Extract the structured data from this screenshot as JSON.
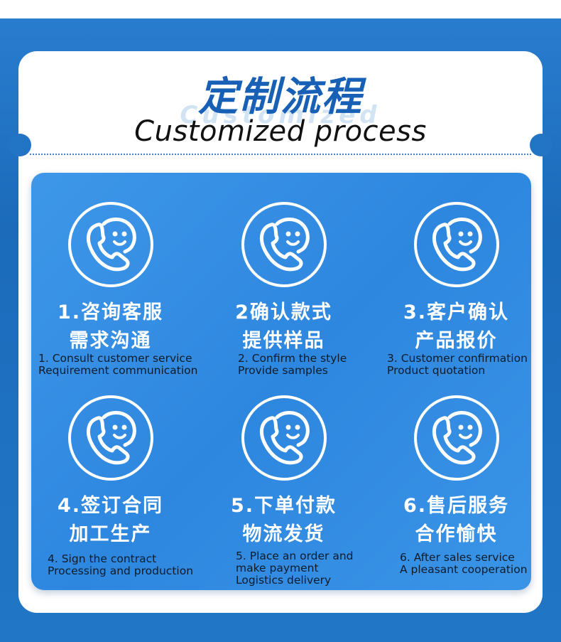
{
  "header": {
    "title_cn": "定制流程",
    "title_ghost": "Customized",
    "title_en": "Customized process"
  },
  "steps": [
    {
      "cn1": "1.咨询客服",
      "cn2": "需求沟通",
      "en1": "1. Consult customer service",
      "en2": "Requirement communication",
      "en3": "",
      "icon": "phone-smile-icon"
    },
    {
      "cn1": "2确认款式",
      "cn2": "提供样品",
      "en1": "2. Confirm the style",
      "en2": "Provide samples",
      "en3": "",
      "icon": "phone-smile-icon"
    },
    {
      "cn1": "3.客户确认",
      "cn2": "产品报价",
      "en1": "3. Customer confirmation",
      "en2": "Product quotation",
      "en3": "",
      "icon": "phone-smile-icon"
    },
    {
      "cn1": "4.签订合同",
      "cn2": "加工生产",
      "en1": "4. Sign the contract",
      "en2": "Processing and production",
      "en3": "",
      "icon": "phone-smile-icon"
    },
    {
      "cn1": "5.下单付款",
      "cn2": "物流发货",
      "en1": "5. Place an order and",
      "en2": "make payment",
      "en3": "Logistics delivery",
      "icon": "phone-smile-icon"
    },
    {
      "cn1": "6.售后服务",
      "cn2": "合作愉快",
      "en1": "6. After sales service",
      "en2": "A pleasant cooperation",
      "en3": "",
      "icon": "phone-smile-icon"
    }
  ],
  "colors": {
    "background": "#1f6fbe",
    "title": "#1760b6",
    "panel": "#3a94e6"
  }
}
